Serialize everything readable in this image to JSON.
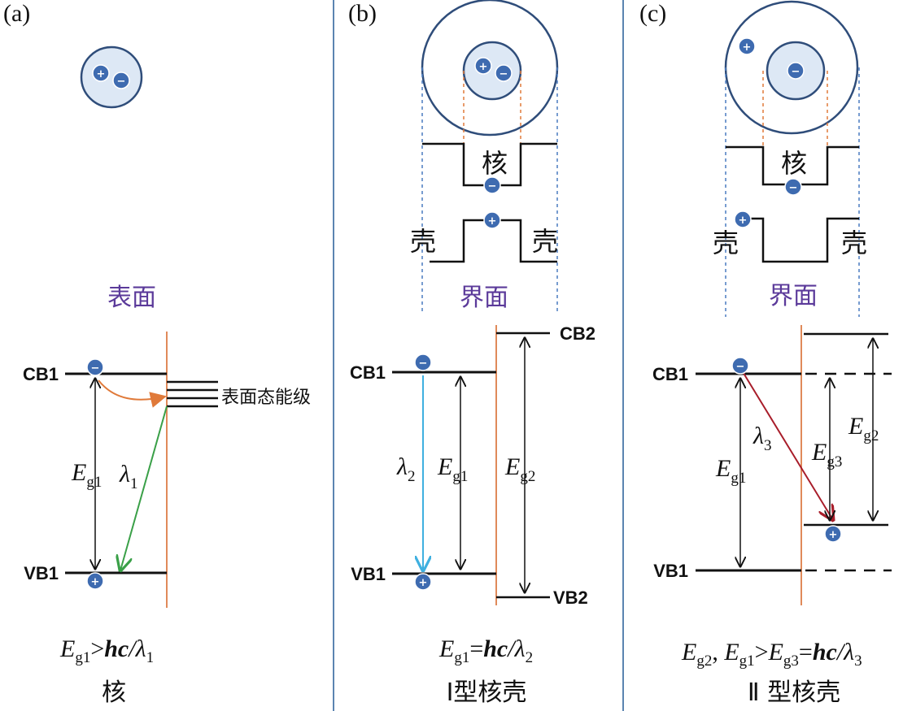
{
  "panels": {
    "a": {
      "letter": "(a)",
      "surface_label": "表面",
      "band_cb": "CB1",
      "band_vb": "VB1",
      "states_label": "表面态能级",
      "eg": "E",
      "eg_sub": "g1",
      "lambda": "λ",
      "lambda_sub": "1",
      "eq": {
        "e": "E",
        "e_sub": "g1",
        "rel": ">",
        "hc": "hc",
        "slash": "/",
        "lam": "λ",
        "lam_sub": "1"
      },
      "caption": "核"
    },
    "b": {
      "letter": "(b)",
      "core_label": "核",
      "shell_left": "壳",
      "shell_right": "壳",
      "interface_label": "界面",
      "band_cb1": "CB1",
      "band_vb1": "VB1",
      "band_cb2": "CB2",
      "band_vb2": "VB2",
      "lambda": "λ",
      "lambda_sub": "2",
      "eg1": "E",
      "eg1_sub": "g1",
      "eg2": "E",
      "eg2_sub": "g2",
      "eq": {
        "e": "E",
        "e_sub": "g1",
        "rel": "=",
        "hc": "hc",
        "slash": "/",
        "lam": "λ",
        "lam_sub": "2"
      },
      "caption": "I型核壳"
    },
    "c": {
      "letter": "(c)",
      "core_label": "核",
      "shell_left": "壳",
      "shell_right": "壳",
      "interface_label": "界面",
      "band_cb1": "CB1",
      "band_vb1": "VB1",
      "lambda": "λ",
      "lambda_sub": "3",
      "eg1": "E",
      "eg1_sub": "g1",
      "eg2": "E",
      "eg2_sub": "g2",
      "eg3": "E",
      "eg3_sub": "g3",
      "eq": {
        "e1": "E",
        "e1_sub": "g2",
        "comma": ", ",
        "e2": "E",
        "e2_sub": "g1",
        "rel1": ">",
        "e3": "E",
        "e3_sub": "g3",
        "rel2": "=",
        "hc": "hc",
        "slash": "/",
        "lam": "λ",
        "lam_sub": "3"
      },
      "caption": "Ⅱ 型核壳"
    }
  },
  "charges": {
    "plus": "+",
    "minus": "−"
  },
  "colors": {
    "divider": "#5b84b1",
    "particle_fill": "#dde8f5",
    "particle_stroke": "#2f4d7a",
    "charge_fill": "#3e6bb0",
    "interface_line": "#e08a5a",
    "dashed_blue": "#4a7cc0",
    "dashed_orange": "#e07a3a",
    "arrow_orange": "#e07a3a",
    "arrow_green": "#3aa048",
    "arrow_cyan": "#3fb0e0",
    "arrow_red": "#a81d2a",
    "label_purple": "#5b3a9a"
  }
}
